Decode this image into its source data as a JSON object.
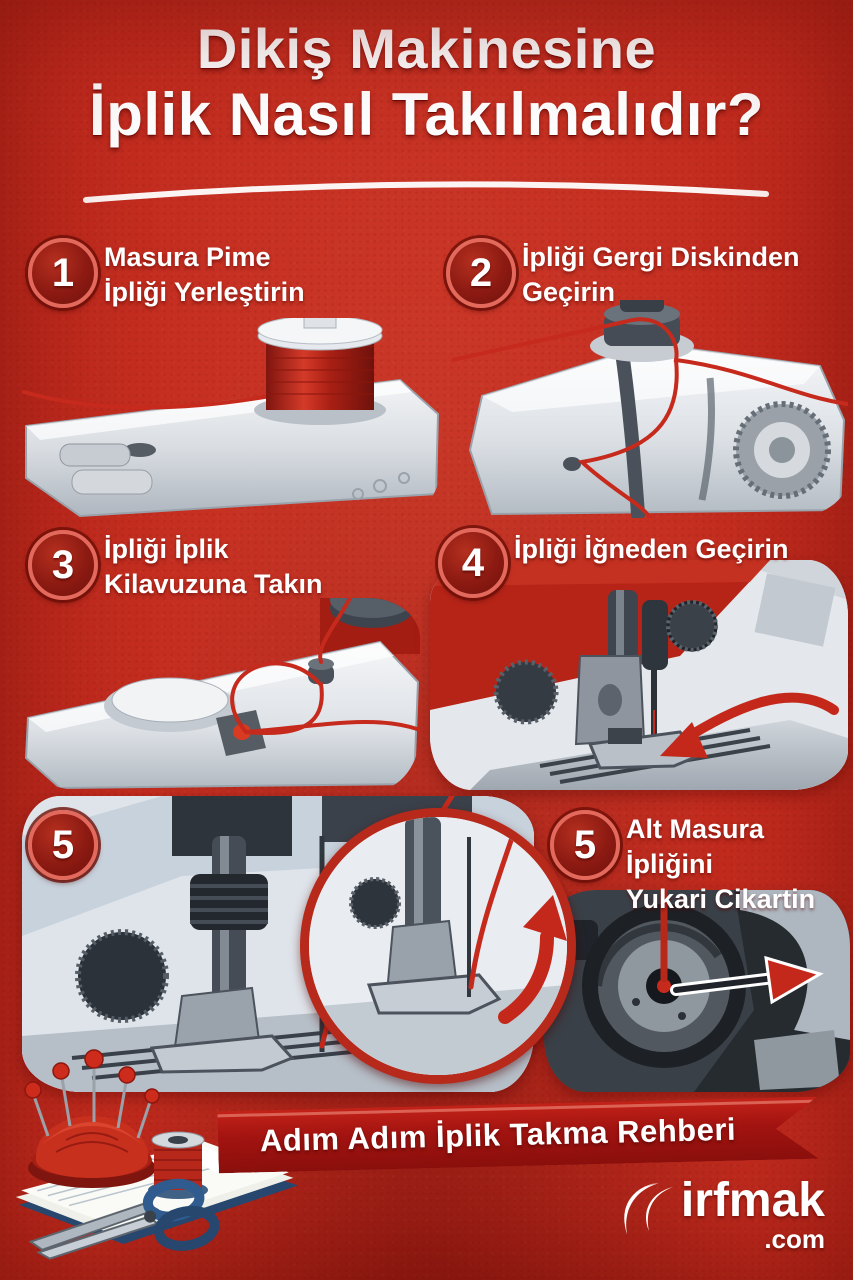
{
  "poster": {
    "language": "tr",
    "background_color": "#c12b1e",
    "accent_red": "#b7291b",
    "ribbon_color": "#a11310",
    "text_color": "#ffffff",
    "thread_color": "#c62a1c"
  },
  "title": {
    "line1": "Dikiş Makinesine",
    "line2": "İplik Nasıl Takılmalıdır?"
  },
  "steps": [
    {
      "num": "1",
      "line1": "Masura Pime",
      "line2": "İpliği Yerleştirin",
      "illustration": "thread-spool-on-machine-top"
    },
    {
      "num": "2",
      "line1": "İpliği Gergi Diskinden",
      "line2": "Geçirin",
      "illustration": "tension-disk-and-handwheel"
    },
    {
      "num": "3",
      "line1": "İpliği İplik",
      "line2": "Kilavuzuna Takın",
      "illustration": "thread-guide-loop"
    },
    {
      "num": "4",
      "line1": "İpliği İğneden Geçirin",
      "line2": "",
      "illustration": "needle-threading-with-arrow"
    },
    {
      "num": "5",
      "line1": "",
      "line2": "",
      "illustration": "presser-foot-closeup-with-magnifier"
    },
    {
      "num": "5",
      "line1": "Alt Masura İpliğini",
      "line2": "Yukari Cikartin",
      "illustration": "bobbin-case-with-arrow"
    }
  ],
  "banner": {
    "text": "Adım Adım İplik Takma Rehberi"
  },
  "logo": {
    "name": "irfmak",
    "tld": ".com",
    "icon": "double-crescent-swoosh-icon"
  },
  "decor": {
    "still_life": "pincushion-pins-spool-scissors-notebook",
    "title_underline": "white-swoosh-curve"
  }
}
